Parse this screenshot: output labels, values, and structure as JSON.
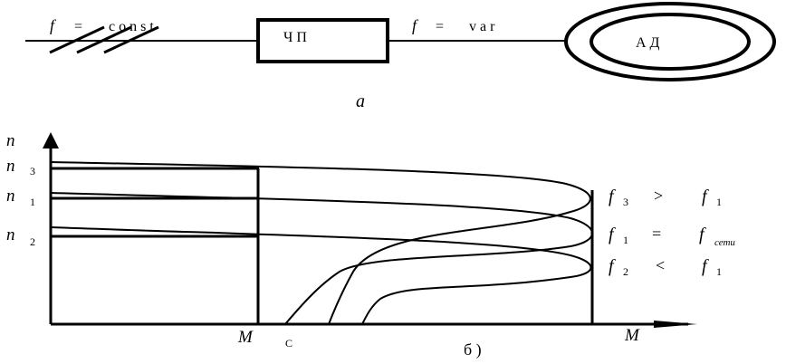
{
  "top": {
    "input_f": "f",
    "input_eq": "=",
    "input_val": "c o n s t",
    "converter_label": "Ч П",
    "output_f": "f",
    "output_eq": "=",
    "output_val": "v a r",
    "motor_label": "А Д",
    "caption": "а"
  },
  "graph": {
    "y_axis_label": "n",
    "n3": {
      "base": "n",
      "sub": "3"
    },
    "n1": {
      "base": "n",
      "sub": "1"
    },
    "n2": {
      "base": "n",
      "sub": "2"
    },
    "mc": {
      "base": "M",
      "sub": "С"
    },
    "m_axis": "M",
    "caption": "б )",
    "curves": [
      {
        "f": "f",
        "sub": "3",
        "rel": ">",
        "f2": "f",
        "sub2": "1"
      },
      {
        "f": "f",
        "sub": "1",
        "rel": "=",
        "f2": "f",
        "sub2": "сети"
      },
      {
        "f": "f",
        "sub": "2",
        "rel": "<",
        "f2": "f",
        "sub2": "1"
      }
    ]
  },
  "colors": {
    "ink": "#000000",
    "background": "#ffffff"
  }
}
